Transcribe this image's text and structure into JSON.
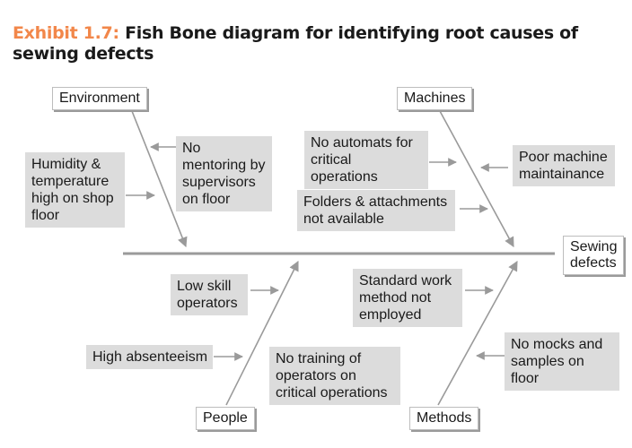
{
  "title": {
    "label": "Exhibit 1.7:",
    "text": "Fish Bone diagram for identifying root causes of sewing defects"
  },
  "effect": "Sewing defects",
  "categories": {
    "environment": "Environment",
    "machines": "Machines",
    "people": "People",
    "methods": "Methods"
  },
  "causes": {
    "environment": [
      "No mentoring by supervisors on floor",
      "Humidity & temperature high on shop floor"
    ],
    "machines": [
      "No automats for critical operations",
      "Poor machine maintainance",
      "Folders & attachments not available"
    ],
    "people": [
      "Low skill operators",
      "High absenteeism",
      "No training of operators on critical operations"
    ],
    "methods": [
      "Standard work method not employed",
      "No mocks and samples on floor"
    ]
  },
  "colors": {
    "title_label": "#f2874a",
    "box_fill": "#dcdcdc",
    "line": "#9a9a9a"
  }
}
